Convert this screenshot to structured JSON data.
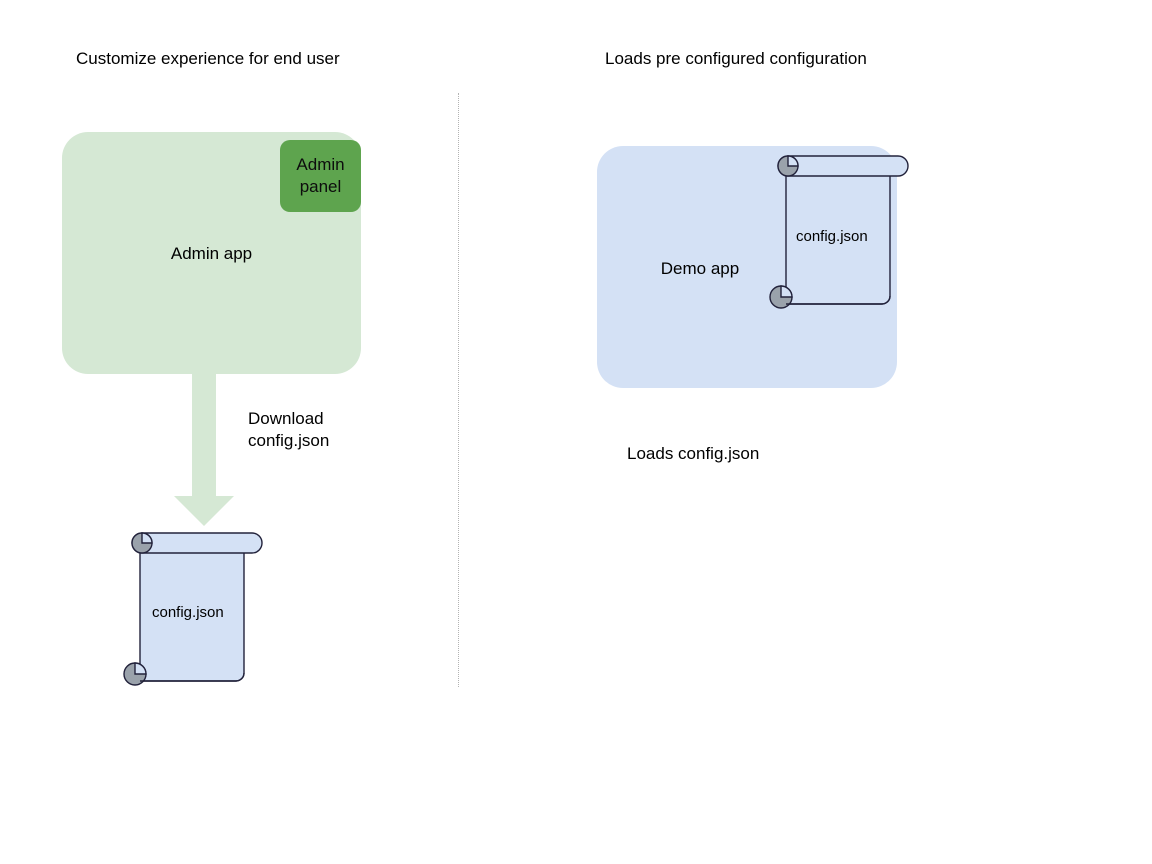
{
  "diagram": {
    "background_color": "#ffffff",
    "colors": {
      "app_green_fill": "#d5e8d4",
      "admin_panel_fill": "#5ea44e",
      "app_blue_fill": "#d4e1f5",
      "document_fill": "#d4e1f5",
      "document_stroke": "#22223b",
      "document_roll_fill": "#9aa2ab",
      "divider": "#b3b3b3",
      "text": "#000000"
    },
    "left_panel": {
      "title": "Customize experience for end user",
      "app_label": "Admin app",
      "admin_panel_label": "Admin\npanel",
      "admin_panel_line1": "Admin",
      "admin_panel_line2": "panel",
      "arrow_label_line1": "Download",
      "arrow_label_line2": "config.json",
      "document_label": "config.json"
    },
    "right_panel": {
      "title": "Loads pre configured configuration",
      "app_label": "Demo app",
      "document_label": "config.json",
      "caption": "Loads config.json"
    }
  }
}
